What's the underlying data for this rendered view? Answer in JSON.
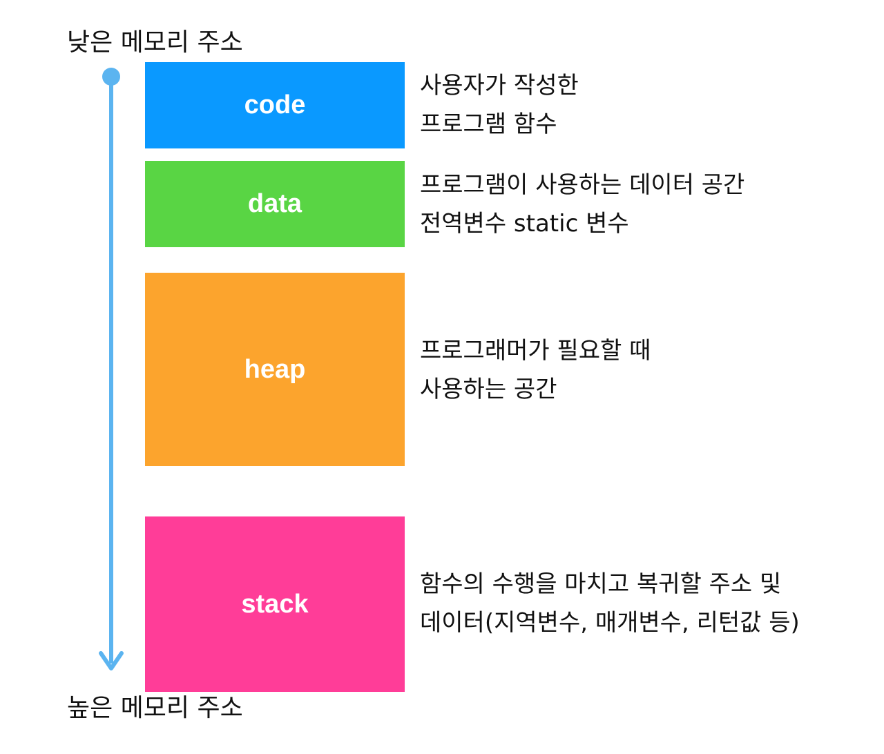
{
  "labels": {
    "low_address": "낮은 메모리 주소",
    "high_address": "높은 메모리 주소"
  },
  "arrow": {
    "color": "#5BB4F0",
    "direction": "down"
  },
  "segments": [
    {
      "name": "code",
      "color": "#0A99FF",
      "description": [
        "사용자가 작성한",
        "프로그램 함수"
      ]
    },
    {
      "name": "data",
      "color": "#59D544",
      "description": [
        "프로그램이 사용하는 데이터 공간",
        "전역변수 static 변수"
      ]
    },
    {
      "name": "heap",
      "color": "#FCA42D",
      "description": [
        "프로그래머가 필요할 때",
        "사용하는 공간"
      ]
    },
    {
      "name": "stack",
      "color": "#FF3D98",
      "description": [
        "함수의 수행을 마치고 복귀할 주소 및",
        "데이터(지역변수, 매개변수, 리턴값 등)"
      ]
    }
  ]
}
